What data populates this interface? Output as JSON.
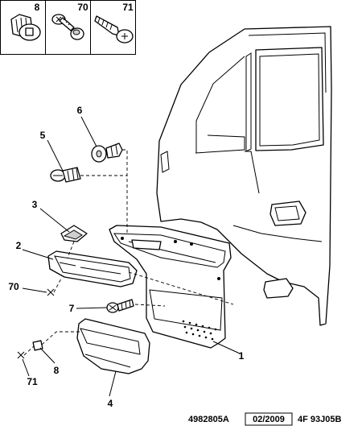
{
  "legend_box": [
    {
      "ref": "8"
    },
    {
      "ref": "70"
    },
    {
      "ref": "71"
    }
  ],
  "callouts": {
    "c1": "1",
    "c2": "2",
    "c3": "3",
    "c4": "4",
    "c5": "5",
    "c6": "6",
    "c7": "7",
    "c8": "8",
    "c70": "70",
    "c71": "71"
  },
  "footer": {
    "ref": "4982805A",
    "date": "02/2009",
    "code": "4F 93J05B"
  }
}
